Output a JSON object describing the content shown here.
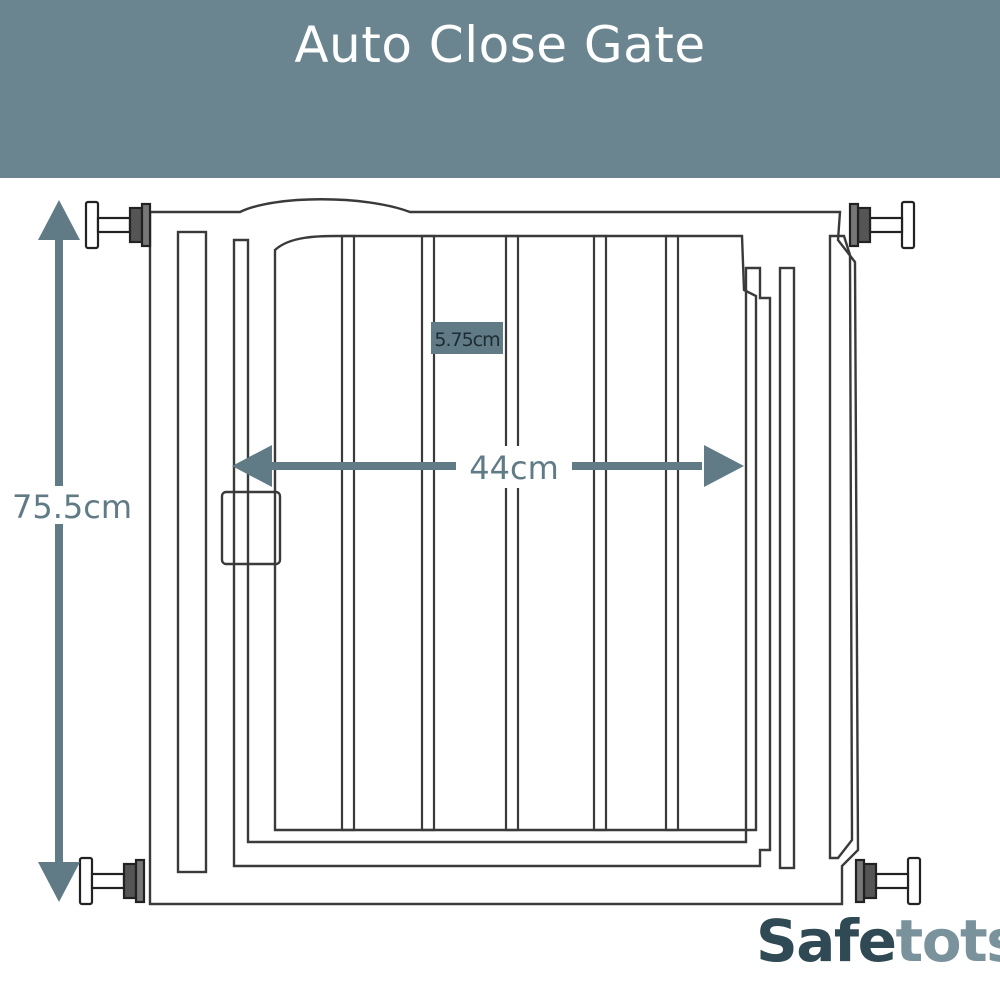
{
  "header": {
    "title": "Auto Close Gate"
  },
  "dimensions": {
    "height_label": "75.5cm",
    "width_label": "44cm",
    "bar_gap_label": "5.75cm"
  },
  "brand": {
    "part1": "Safe",
    "part2": "tots"
  },
  "colors": {
    "banner": "#6a8590",
    "accent": "#607b86",
    "outline": "#3a3a3a",
    "brand_dark": "#2f4a54",
    "brand_light": "#7a929b"
  },
  "icons": [
    "pressure-fitting-icon",
    "double-arrow-icon"
  ]
}
